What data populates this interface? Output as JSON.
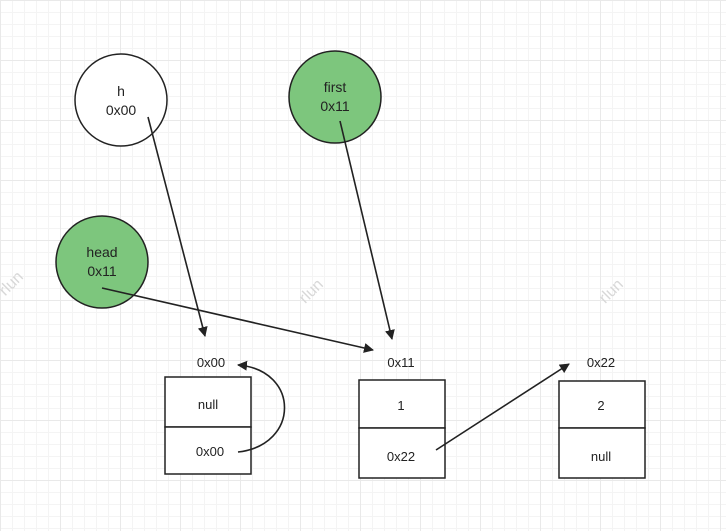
{
  "pointers": {
    "h": {
      "name": "h",
      "address": "0x00",
      "color": "#ffffff"
    },
    "first": {
      "name": "first",
      "address": "0x11",
      "color": "#7dc67d"
    },
    "head": {
      "name": "head",
      "address": "0x11",
      "color": "#7dc67d"
    }
  },
  "nodes": [
    {
      "address": "0x00",
      "value": "null",
      "next": "0x00"
    },
    {
      "address": "0x11",
      "value": "1",
      "next": "0x22"
    },
    {
      "address": "0x22",
      "value": "2",
      "next": "null"
    }
  ],
  "watermark": "rlun"
}
